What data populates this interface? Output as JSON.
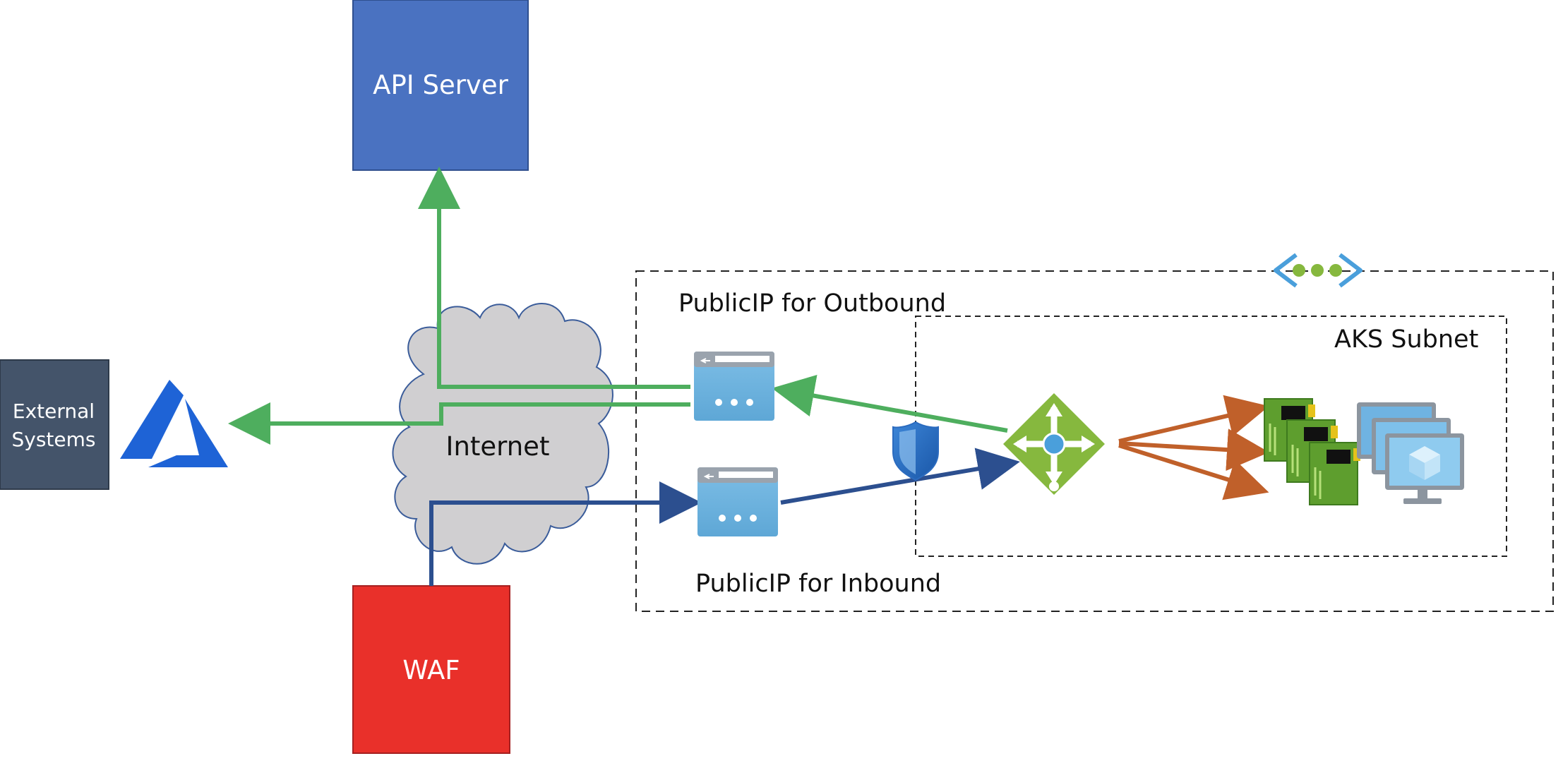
{
  "nodes": {
    "api_server": "API Server",
    "waf": "WAF",
    "external_systems_line1": "External",
    "external_systems_line2": "Systems",
    "internet": "Internet",
    "aks_subnet": "AKS Subnet",
    "public_ip_outbound": "PublicIP for Outbound",
    "public_ip_inbound": "PublicIP for Inbound"
  },
  "colors": {
    "api_server_fill": "#4A72C1",
    "waf_fill": "#E9302A",
    "external_fill": "#44546A",
    "outbound_flow": "#4EAE5E",
    "inbound_flow": "#2C4F8F",
    "pod_flow": "#C0602A",
    "cloud_fill": "#D0CFD1",
    "cloud_stroke": "#3A5C9A",
    "azure_blue": "#1E63D6",
    "lb_green": "#86B83E",
    "vnet_blue": "#4A9FDB",
    "vnet_dots": "#86B83E"
  },
  "icons": [
    "azure-logo-icon",
    "public-ip-icon",
    "load-balancer-icon",
    "network-security-group-icon",
    "virtual-network-icon",
    "node-pool-icon",
    "virtual-machine-icon"
  ]
}
